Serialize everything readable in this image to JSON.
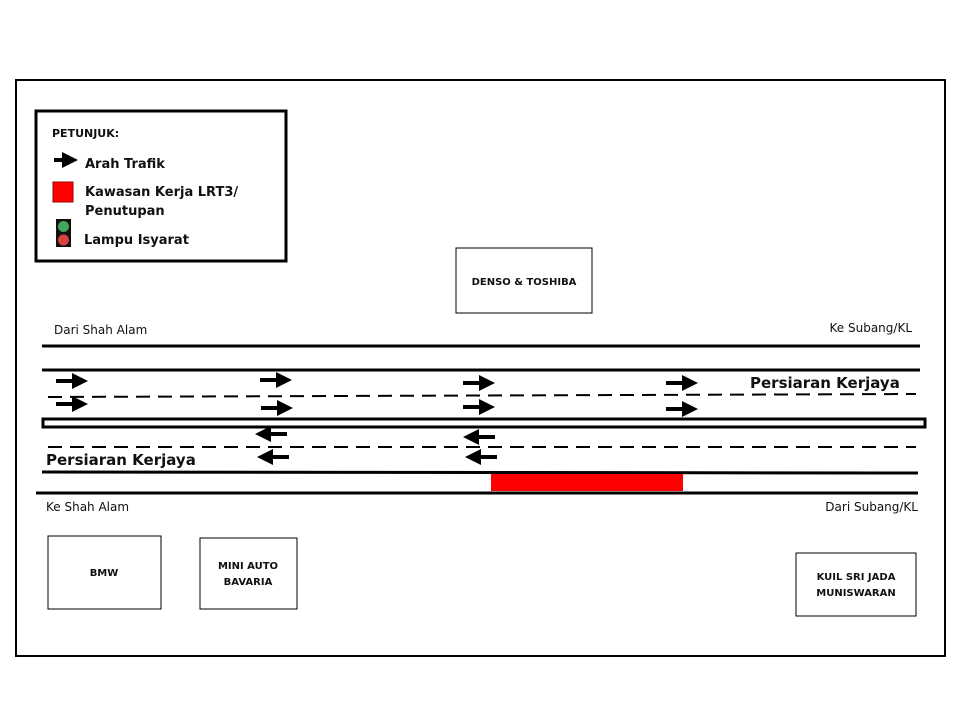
{
  "legend": {
    "title": "PETUNJUK:",
    "items": [
      {
        "icon": "arrow-right-icon",
        "label": "Arah Trafik"
      },
      {
        "icon": "red-square-icon",
        "label_line1": "Kawasan Kerja LRT3/",
        "label_line2": "Penutupan"
      },
      {
        "icon": "traffic-light-icon",
        "label": "Lampu Isyarat"
      }
    ]
  },
  "buildings": {
    "north": "DENSO & TOSHIBA",
    "bmw": "BMW",
    "mini_line1": "MINI AUTO",
    "mini_line2": "BAVARIA",
    "kuil_line1": "KUIL SRI JADA",
    "kuil_line2": "MUNISWARAN"
  },
  "labels": {
    "from_shah_alam": "Dari Shah Alam",
    "to_subang": "Ke Subang/KL",
    "road_north": "Persiaran Kerjaya",
    "road_south": "Persiaran Kerjaya",
    "to_shah_alam": "Ke Shah Alam",
    "from_subang": "Dari Subang/KL"
  },
  "colors": {
    "work_zone": "#ff0000",
    "green_light": "#3fa65a",
    "red_light": "#d94040"
  }
}
